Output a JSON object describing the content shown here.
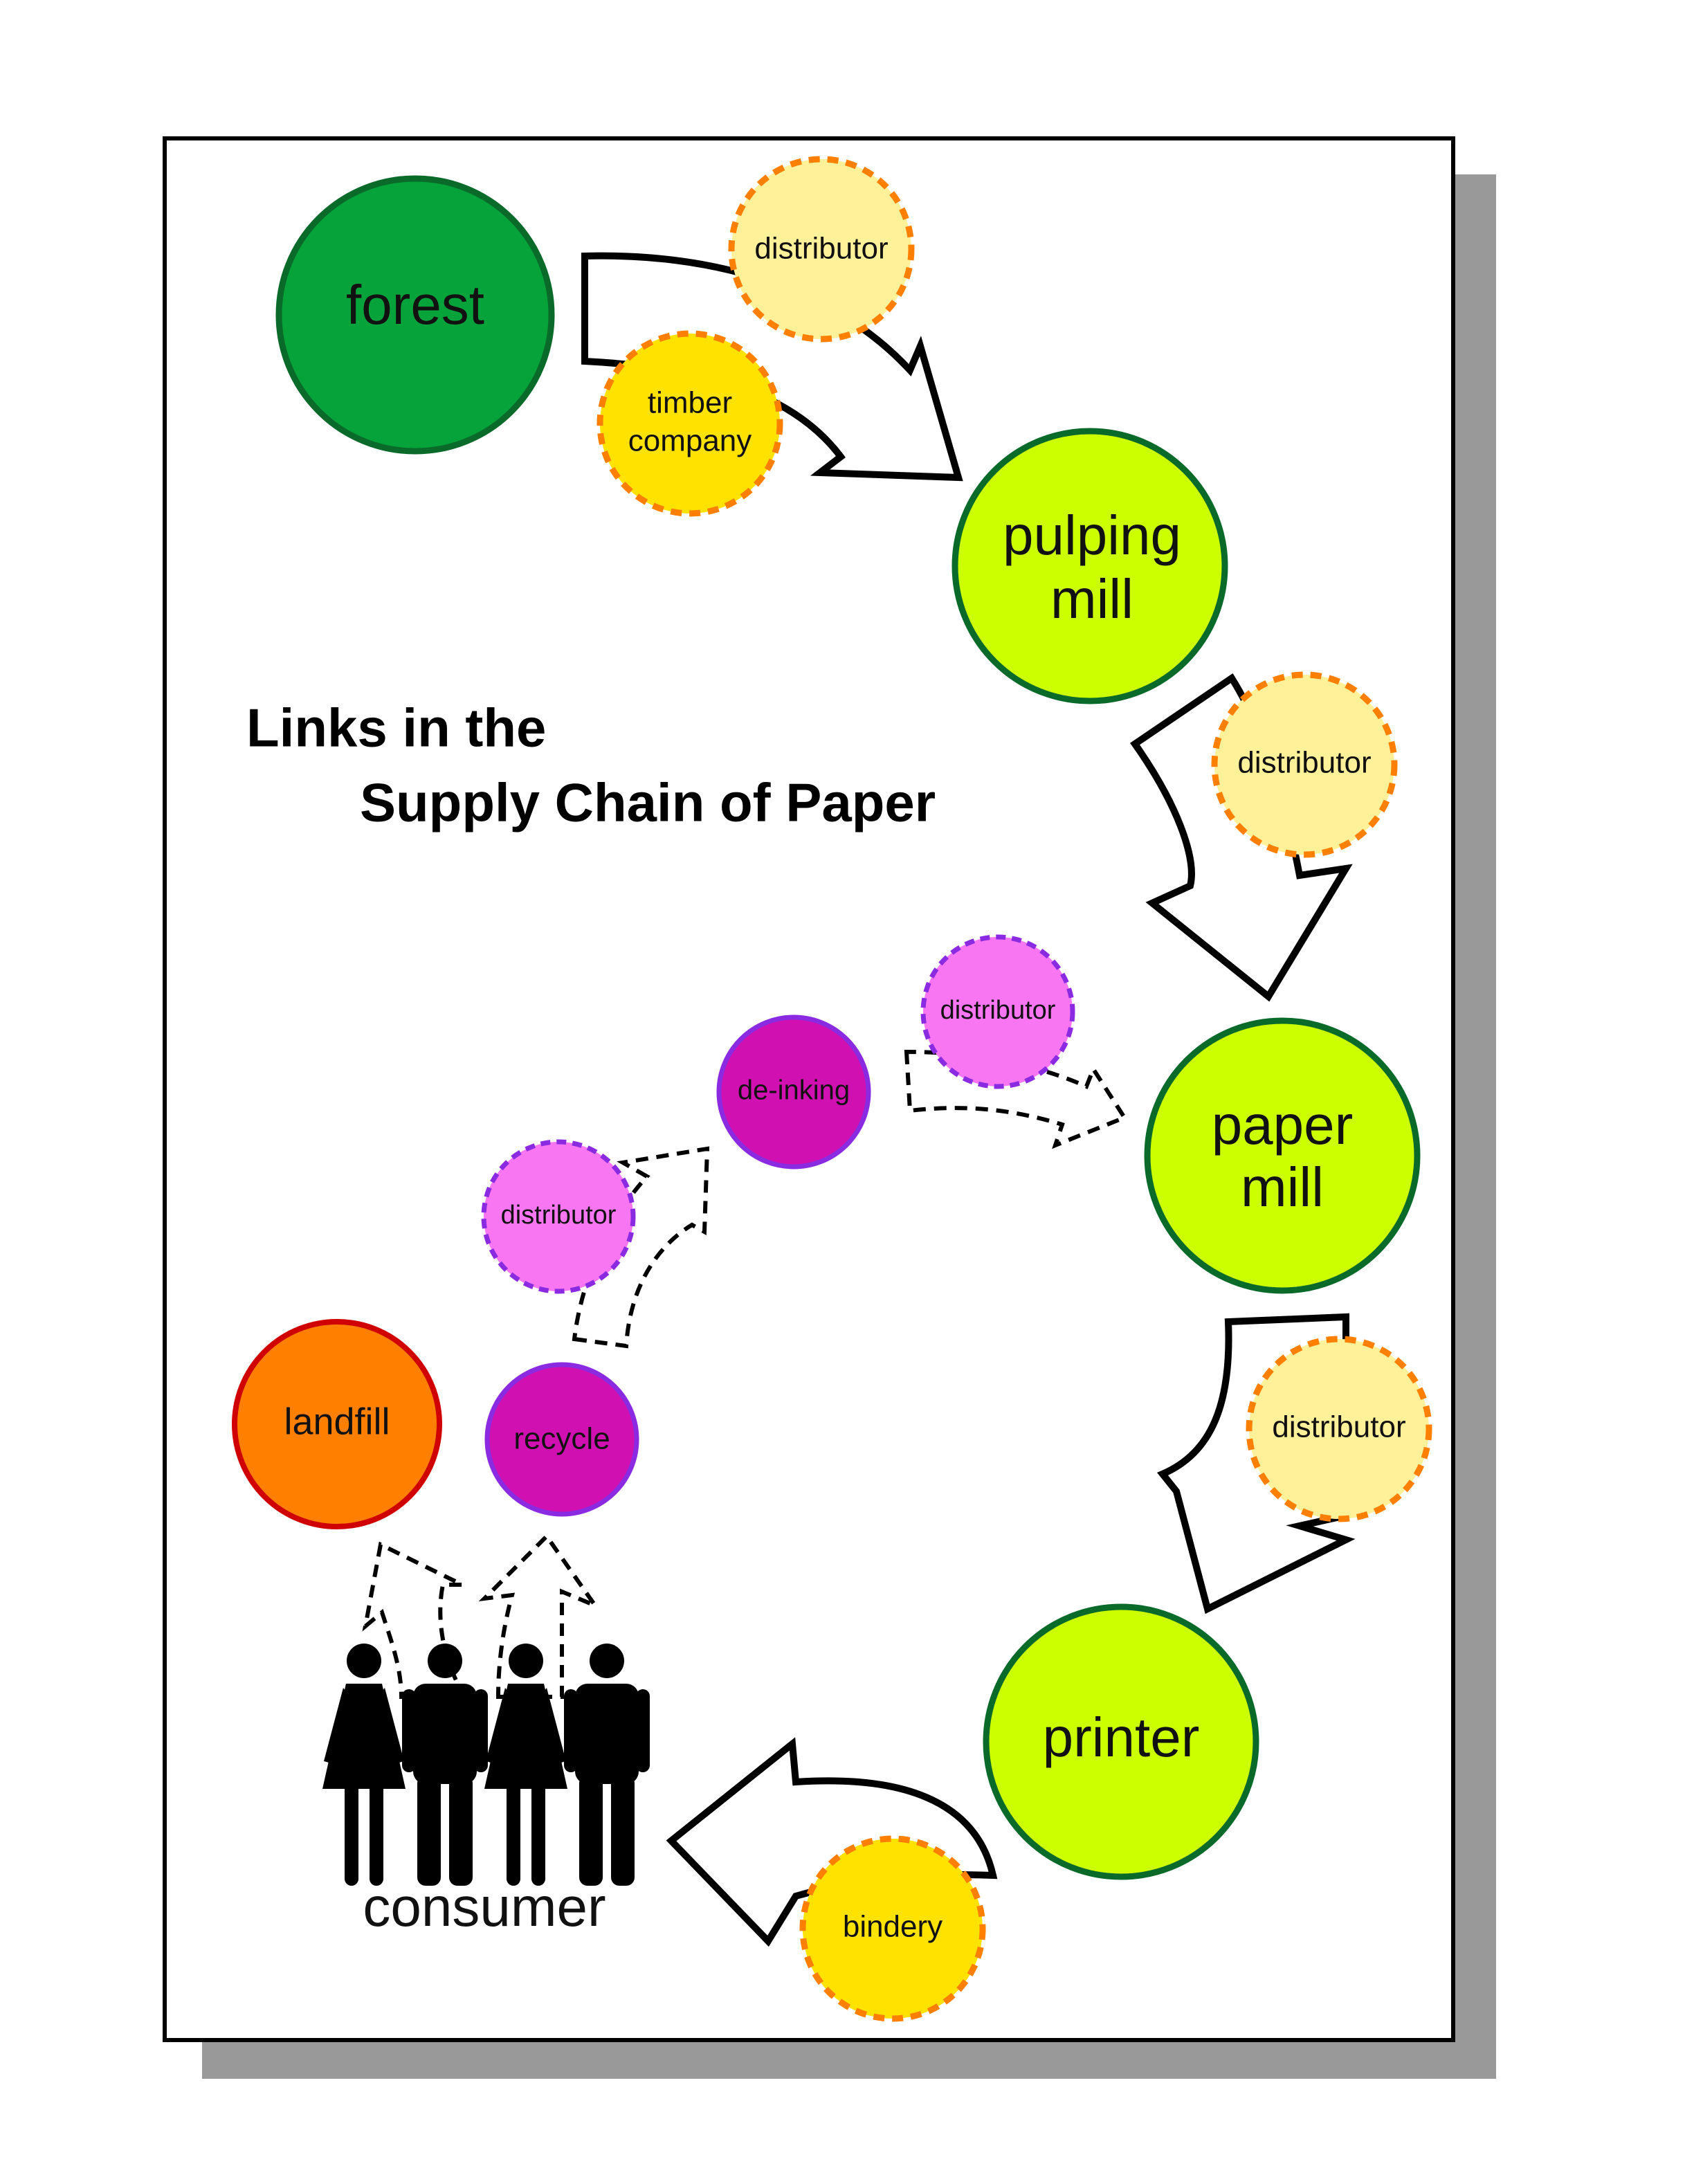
{
  "title": {
    "line1": "Links in the",
    "line2": "Supply Chain of Paper"
  },
  "nodes": {
    "forest": {
      "label": "forest",
      "color": "#05a33a"
    },
    "timber_company": {
      "line1": "timber",
      "line2": "company",
      "color": "#ffe200"
    },
    "distributor_1": {
      "label": "distributor",
      "color": "#fff09a"
    },
    "pulping_mill": {
      "line1": "pulping",
      "line2": "mill",
      "color": "#ccff00"
    },
    "distributor_2": {
      "label": "distributor",
      "color": "#fff09a"
    },
    "paper_mill": {
      "line1": "paper",
      "line2": "mill",
      "color": "#ccff00"
    },
    "distributor_3": {
      "label": "distributor",
      "color": "#fff09a"
    },
    "printer": {
      "label": "printer",
      "color": "#ccff00"
    },
    "bindery": {
      "label": "bindery",
      "color": "#ffe200"
    },
    "consumer": {
      "label": "consumer"
    },
    "landfill": {
      "label": "landfill",
      "color": "#ff7f00"
    },
    "recycle": {
      "label": "recycle",
      "color": "#d010b0"
    },
    "distributor_4": {
      "label": "distributor",
      "color": "#f976f3"
    },
    "de_inking": {
      "label": "de-inking",
      "color": "#d010b0"
    },
    "distributor_5": {
      "label": "distributor",
      "color": "#f976f3"
    }
  },
  "colors": {
    "main_border": "#0a6a2a",
    "orange_dash": "#ff7f00",
    "purple_border": "#8a2be2",
    "landfill_border": "#d00000",
    "shadow": "#999999"
  },
  "icons": [
    "woman-icon",
    "man-icon",
    "woman-icon",
    "man-icon"
  ]
}
